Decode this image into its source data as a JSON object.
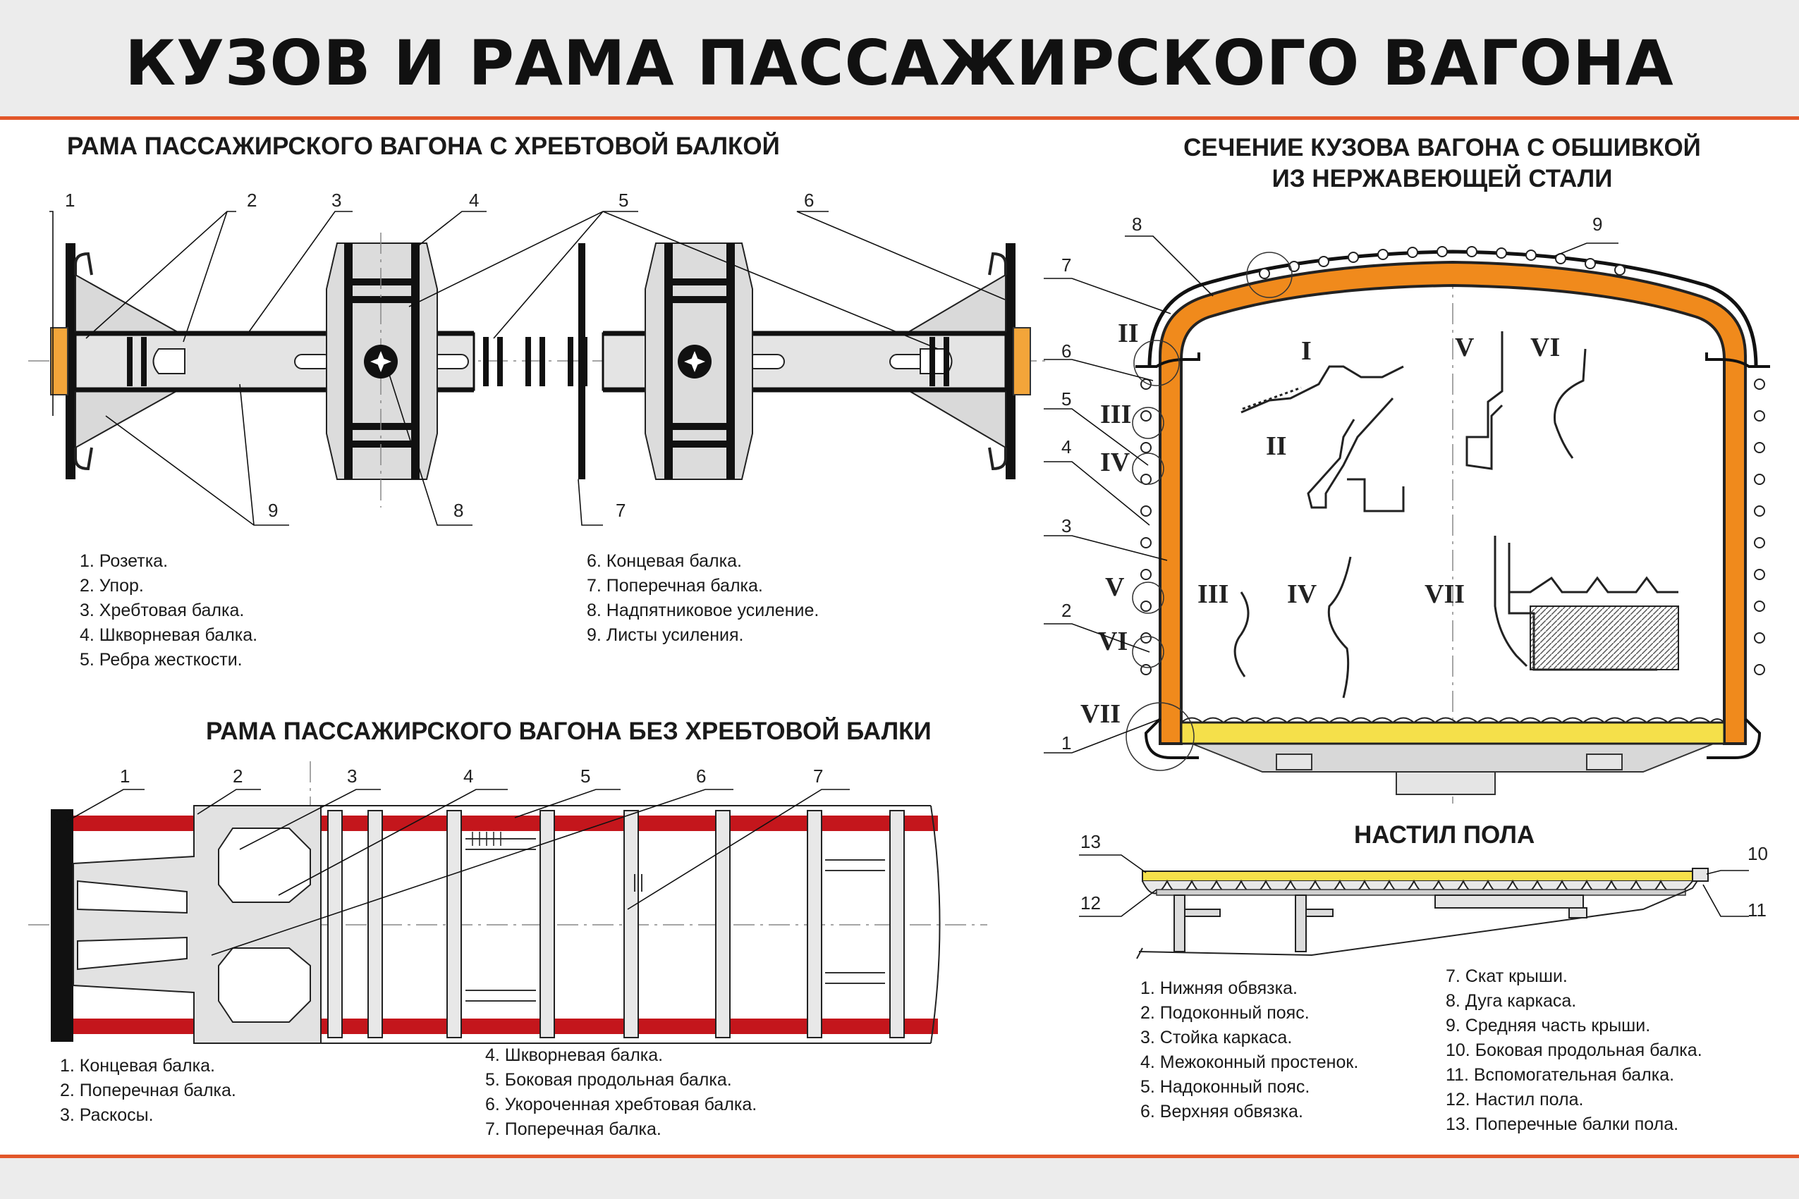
{
  "title": "КУЗОВ И РАМА ПАССАЖИРСКОГО ВАГОНА",
  "sections": {
    "frame_with_sill": {
      "title": "РАМА ПАССАЖИРСКОГО ВАГОНА С ХРЕБТОВОЙ БАЛКОЙ",
      "callouts": [
        "1",
        "2",
        "3",
        "4",
        "5",
        "6",
        "7",
        "8",
        "9"
      ],
      "legend_left": [
        "1. Розетка.",
        "2. Упор.",
        "3. Хребтовая балка.",
        "4. Шкворневая балка.",
        "5. Ребра жесткости."
      ],
      "legend_right": [
        "6. Концевая балка.",
        "7. Поперечная балка.",
        "8. Надпятниковое усиление.",
        "9. Листы усиления."
      ]
    },
    "frame_without_sill": {
      "title": "РАМА ПАССАЖИРСКОГО ВАГОНА БЕЗ ХРЕБТОВОЙ БАЛКИ",
      "callouts": [
        "1",
        "2",
        "3",
        "4",
        "5",
        "6",
        "7"
      ],
      "legend_left": [
        "1. Концевая балка.",
        "2. Поперечная балка.",
        "3. Раскосы."
      ],
      "legend_right": [
        "4. Шкворневая балка.",
        "5. Боковая продольная балка.",
        "6. Укороченная хребтовая балка.",
        "7. Поперечная балка."
      ]
    },
    "body_section": {
      "title_line1": "СЕЧЕНИЕ КУЗОВА ВАГОНА С ОБШИВКОЙ",
      "title_line2": "ИЗ НЕРЖАВЕЮЩЕЙ СТАЛИ",
      "callouts": [
        "1",
        "2",
        "3",
        "4",
        "5",
        "6",
        "7",
        "8",
        "9"
      ],
      "roman_side": [
        "II",
        "III",
        "IV",
        "V",
        "VI",
        "VII"
      ],
      "roman_details": [
        "I",
        "II",
        "III",
        "IV",
        "V",
        "VI",
        "VII"
      ]
    },
    "floor": {
      "title": "НАСТИЛ ПОЛА",
      "callouts": [
        "10",
        "11",
        "12",
        "13"
      ],
      "legend_left": [
        "1. Нижняя обвязка.",
        "2. Подоконный пояс.",
        "3. Стойка каркаса.",
        "4. Межоконный простенок.",
        "5. Надоконный пояс.",
        "6. Верхняя обвязка."
      ],
      "legend_right": [
        "7. Скат крыши.",
        "8. Дуга каркаса.",
        "9. Средняя часть крыши.",
        "10. Боковая продольная балка.",
        "11. Вспомогательная балка.",
        "12. Настил пола.",
        "13. Поперечные балки пола."
      ]
    }
  },
  "colors": {
    "accent_line": "#e2572a",
    "body_orange": "#f08a1c",
    "floor_yellow": "#f5e04a",
    "beam_red": "#c4161c",
    "frame_gray": "#d9d9d9"
  }
}
